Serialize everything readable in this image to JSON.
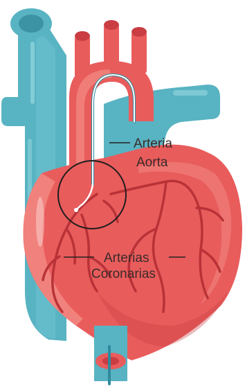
{
  "labels": {
    "aorta_line1": "Arteria",
    "aorta_line2": "Aorta",
    "coronary_line1": "Arterias",
    "coronary_line2": "Coronarias"
  },
  "colors": {
    "vein_teal": "#58b3c2",
    "vein_teal_dark": "#3c93a4",
    "vein_teal_light": "#8ed3dc",
    "heart_red": "#e95c5c",
    "heart_red_light": "#f28b84",
    "heart_red_dark": "#c93d43",
    "artery_line": "#b83237",
    "catheter": "#ffffff",
    "catheter_edge": "#2e8a9c",
    "label_text": "#3a2a2a",
    "callout_line": "#222222",
    "highlight_circle": "#1e1e1e"
  }
}
